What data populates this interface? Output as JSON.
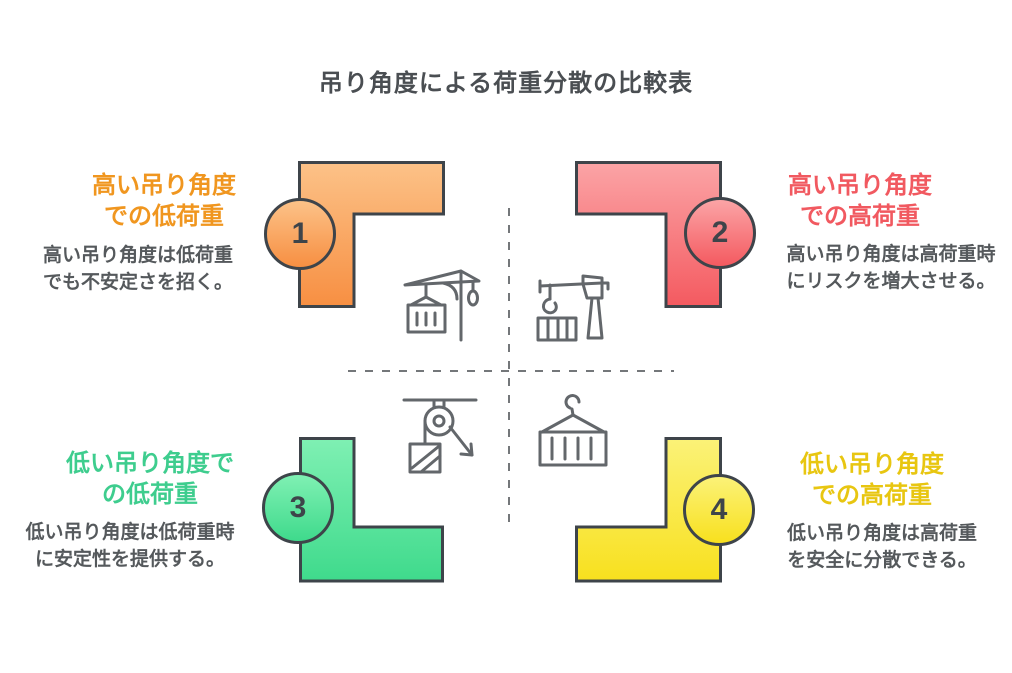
{
  "title": "吊り角度による荷重分散の比較表",
  "theme": {
    "background": "#ffffff",
    "title_color": "#4a4e52",
    "text_color": "#55595c",
    "outline_color": "#3e444a",
    "icon_color": "#63676b",
    "divider_color": "#74777a"
  },
  "quadrants": [
    {
      "number": "1",
      "heading": "高い吊り角度\nでの低荷重",
      "description": "高い吊り角度は低荷重\nでも不安定さを招く。",
      "heading_color": "#f0961f",
      "gradient_top": "#fcc288",
      "gradient_bottom": "#f78f42",
      "icon": "tower-crane-icon"
    },
    {
      "number": "2",
      "heading": "高い吊り角度\nでの高荷重",
      "description": "高い吊り角度は高荷重時\nにリスクを増大させる。",
      "heading_color": "#f15960",
      "gradient_top": "#fba4a6",
      "gradient_bottom": "#f45a60",
      "icon": "jib-crane-icon"
    },
    {
      "number": "3",
      "heading": "低い吊り角度で\nの低荷重",
      "description": "低い吊り角度は低荷重時\nに安定性を提供する。",
      "heading_color": "#3ecd8e",
      "gradient_top": "#7ff0b3",
      "gradient_bottom": "#3fda8c",
      "icon": "pulley-load-icon"
    },
    {
      "number": "4",
      "heading": "低い吊り角度\nでの高荷重",
      "description": "低い吊り角度は高荷重\nを安全に分散できる。",
      "heading_color": "#e8c611",
      "gradient_top": "#fbf278",
      "gradient_bottom": "#f8e01e",
      "icon": "container-hook-icon"
    }
  ]
}
